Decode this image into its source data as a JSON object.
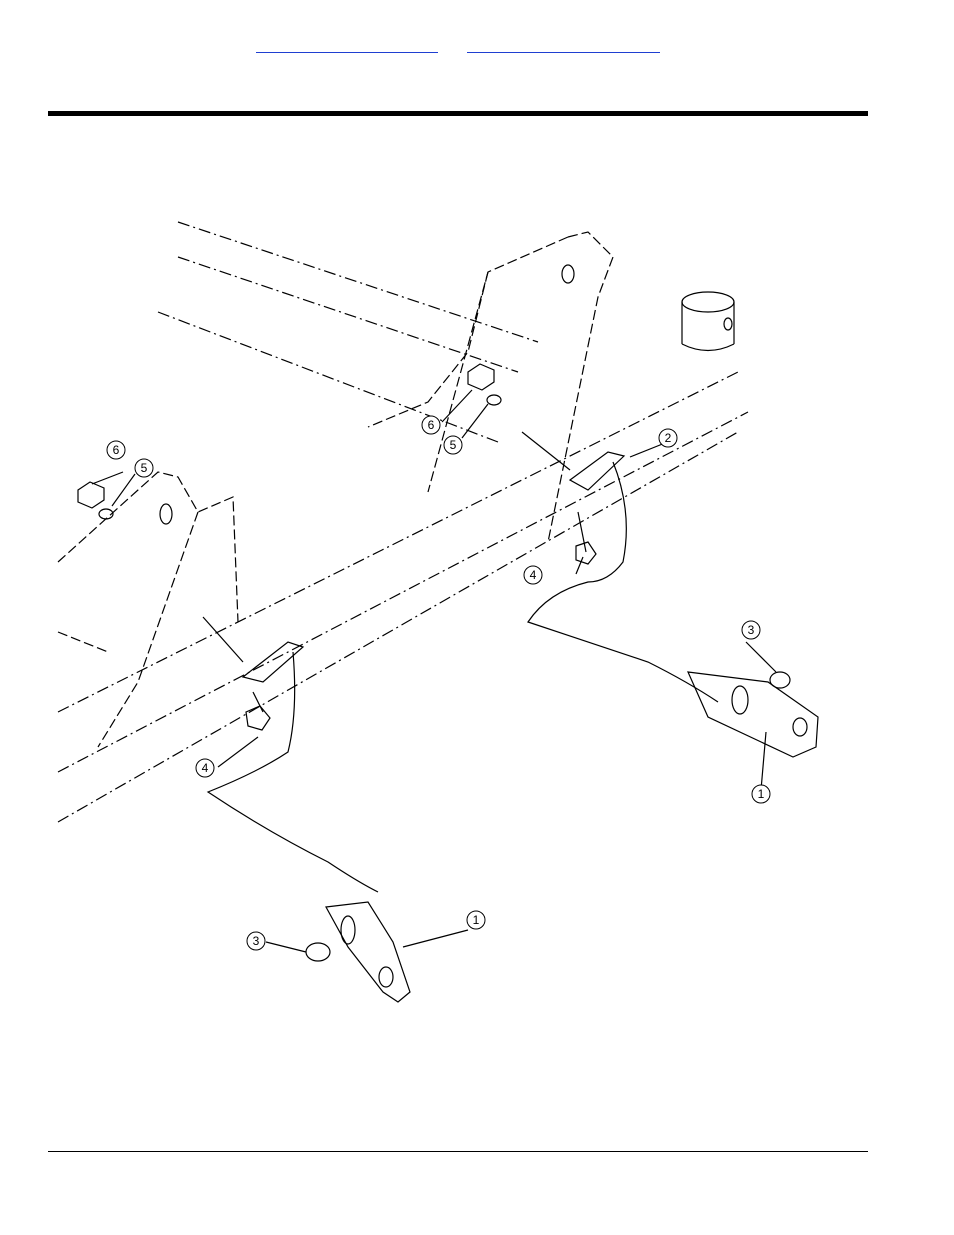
{
  "nav": {
    "left_link": "",
    "right_link": ""
  },
  "figure": {
    "callouts": [
      "1",
      "1",
      "2",
      "3",
      "3",
      "4",
      "4",
      "5",
      "5",
      "6",
      "6"
    ]
  },
  "colors": {
    "link": "#1f3fd1",
    "ink": "#000000"
  }
}
